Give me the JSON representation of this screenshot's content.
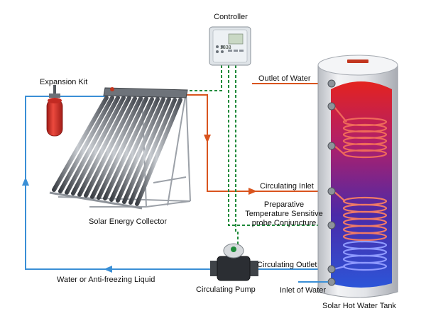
{
  "labels": {
    "controller": "Controller",
    "expansion_kit": "Expansion Kit",
    "outlet_of_water": "Outlet of Water",
    "circulating_inlet": "Circulating Inlet",
    "probe_line1": "Preparative",
    "probe_line2": "Temperature Sensitive",
    "probe_line3": "probe Conjuncture",
    "solar_energy_collector": "Solar Energy Collector",
    "circulating_outlet": "Circulating Outlet",
    "water_or_antifreezing": "Water or Anti-freezing Liquid",
    "circulating_pump": "Circulating Pump",
    "inlet_of_water": "Inlet of Water",
    "solar_hot_water_tank": "Solar Hot Water Tank"
  },
  "controller_display": "1838",
  "colors": {
    "hot_pipe": "#d9541e",
    "cold_pipe": "#3a8fd6",
    "sensor_line": "#1f8a3a",
    "expansion_tank": "#d8322a",
    "tank_body": "#e4e6ea"
  }
}
